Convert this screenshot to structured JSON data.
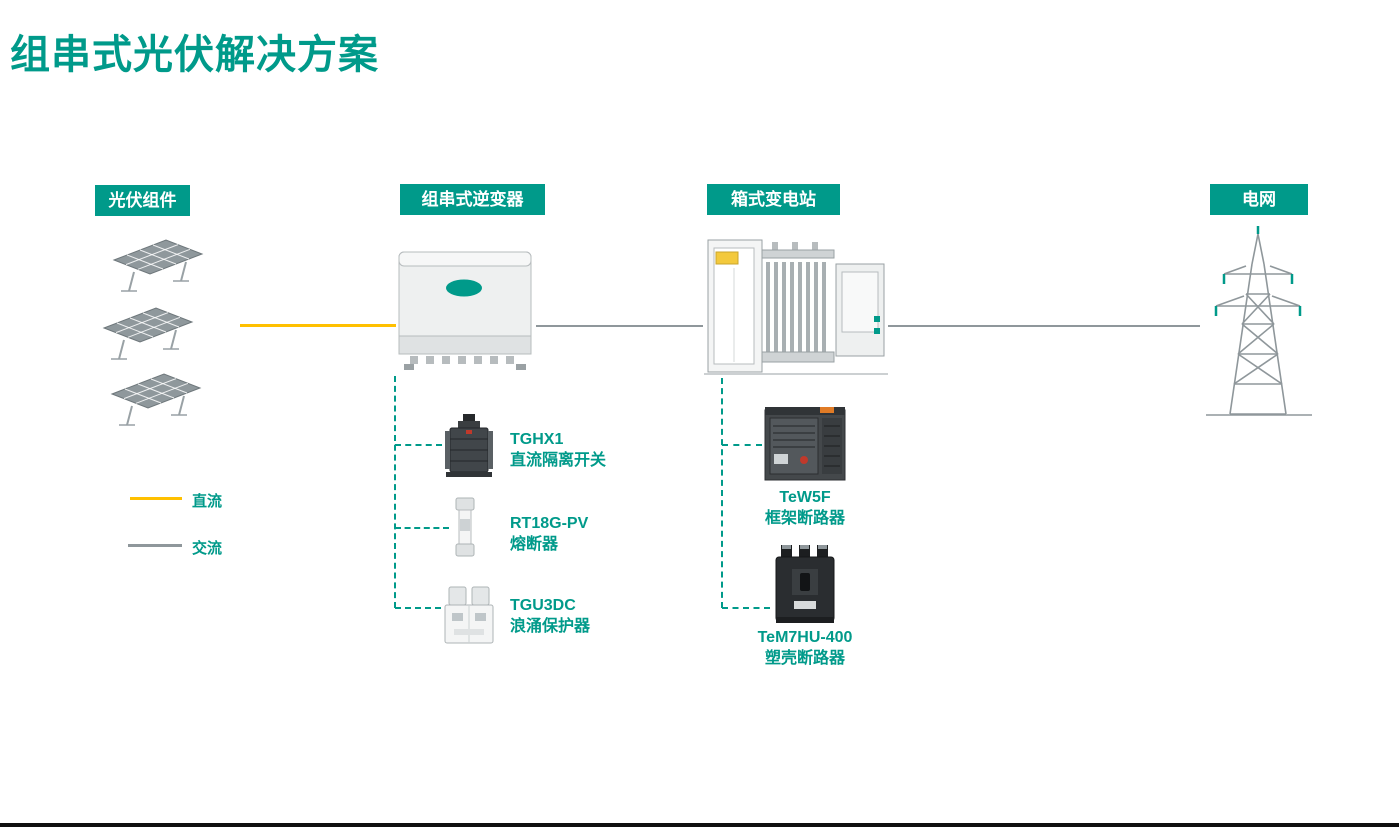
{
  "page": {
    "title": "组串式光伏解决方案"
  },
  "stages": [
    {
      "id": "pv-modules",
      "label": "光伏组件"
    },
    {
      "id": "string-inverter",
      "label": "组串式逆变器"
    },
    {
      "id": "box-substation",
      "label": "箱式变电站"
    },
    {
      "id": "grid",
      "label": "电网"
    }
  ],
  "legend": [
    {
      "id": "dc",
      "label": "直流",
      "color": "#FFC000"
    },
    {
      "id": "ac",
      "label": "交流",
      "color": "#8f979b"
    }
  ],
  "inverter_components": [
    {
      "model": "TGHX1",
      "name": "直流隔离开关"
    },
    {
      "model": "RT18G-PV",
      "name": "熔断器"
    },
    {
      "model": "TGU3DC",
      "name": "浪涌保护器"
    }
  ],
  "substation_components": [
    {
      "model": "TeW5F",
      "name": "框架断路器"
    },
    {
      "model": "TeM7HU-400",
      "name": "塑壳断路器"
    }
  ],
  "colors": {
    "accent": "#009a8a",
    "dc": "#FFC000",
    "ac": "#8f979b"
  }
}
